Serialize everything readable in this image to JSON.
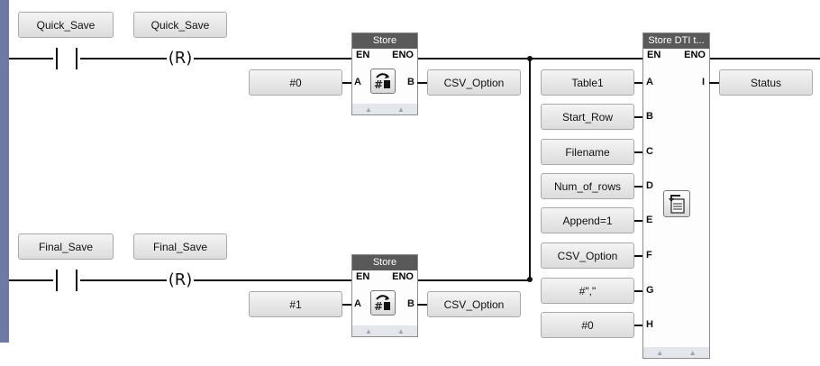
{
  "rungs": [
    {
      "contact_tag": "Quick_Save",
      "coil_tag": "Quick_Save",
      "coil_symbol": "(R)",
      "store_block": {
        "title": "Store",
        "en": "EN",
        "eno": "ENO",
        "in_pin": "A",
        "out_pin": "B",
        "input_value": "#0",
        "output_value": "CSV_Option"
      }
    },
    {
      "contact_tag": "Final_Save",
      "coil_tag": "Final_Save",
      "coil_symbol": "(R)",
      "store_block": {
        "title": "Store",
        "en": "EN",
        "eno": "ENO",
        "in_pin": "A",
        "out_pin": "B",
        "input_value": "#1",
        "output_value": "CSV_Option"
      }
    }
  ],
  "dti_block": {
    "title": "Store DTI  t...",
    "en": "EN",
    "eno": "ENO",
    "output_pin": "I",
    "output_value": "Status",
    "inputs": [
      {
        "pin": "A",
        "value": "Table1"
      },
      {
        "pin": "B",
        "value": "Start_Row"
      },
      {
        "pin": "C",
        "value": "Filename"
      },
      {
        "pin": "D",
        "value": "Num_of_rows"
      },
      {
        "pin": "E",
        "value": "Append=1"
      },
      {
        "pin": "F",
        "value": "CSV_Option"
      },
      {
        "pin": "G",
        "value": "#\",\""
      },
      {
        "pin": "H",
        "value": "#0"
      }
    ]
  },
  "icons": {
    "store_icon": "hash-store-icon",
    "dti_icon": "dti-return-icon",
    "scroll_indicator": "up-triangle-icon"
  }
}
